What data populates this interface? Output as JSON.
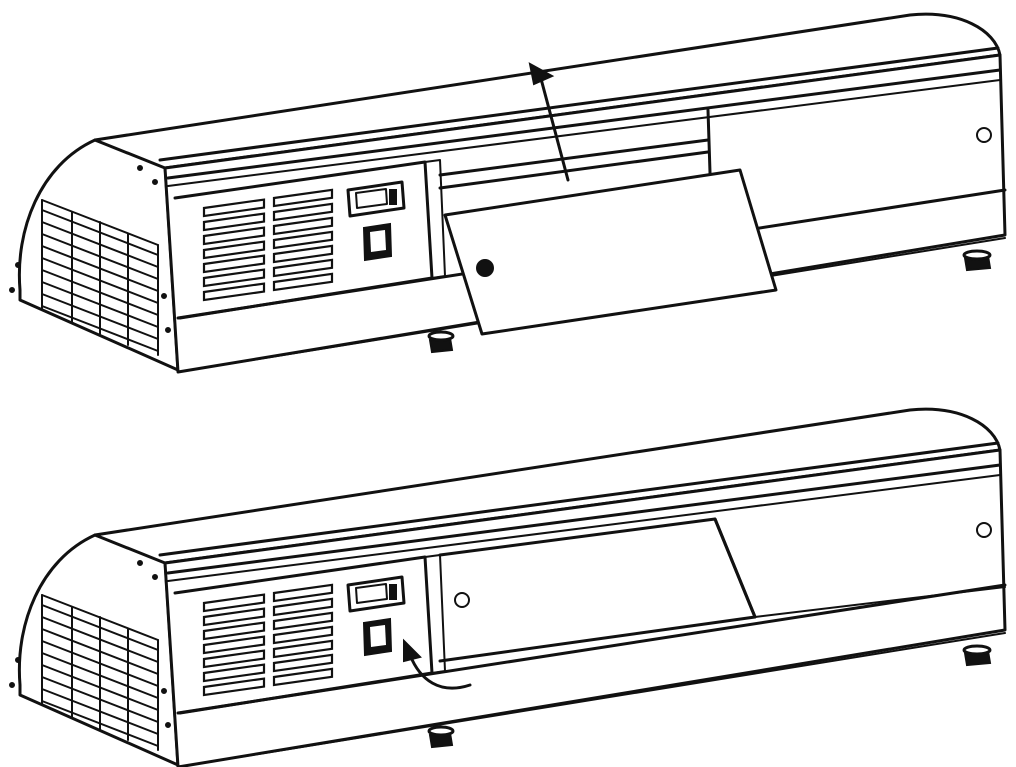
{
  "diagram": {
    "figures": [
      {
        "id": "top",
        "step": "lid-removal",
        "motion": "lift-up"
      },
      {
        "id": "bottom",
        "step": "lid-installed",
        "motion": "tilt-in"
      }
    ],
    "colors": {
      "line": "#111111",
      "background": "#ffffff"
    },
    "icons": [
      "arrow-up-icon",
      "curved-arrow-icon",
      "knob-icon",
      "switch-icon",
      "display-icon"
    ]
  }
}
